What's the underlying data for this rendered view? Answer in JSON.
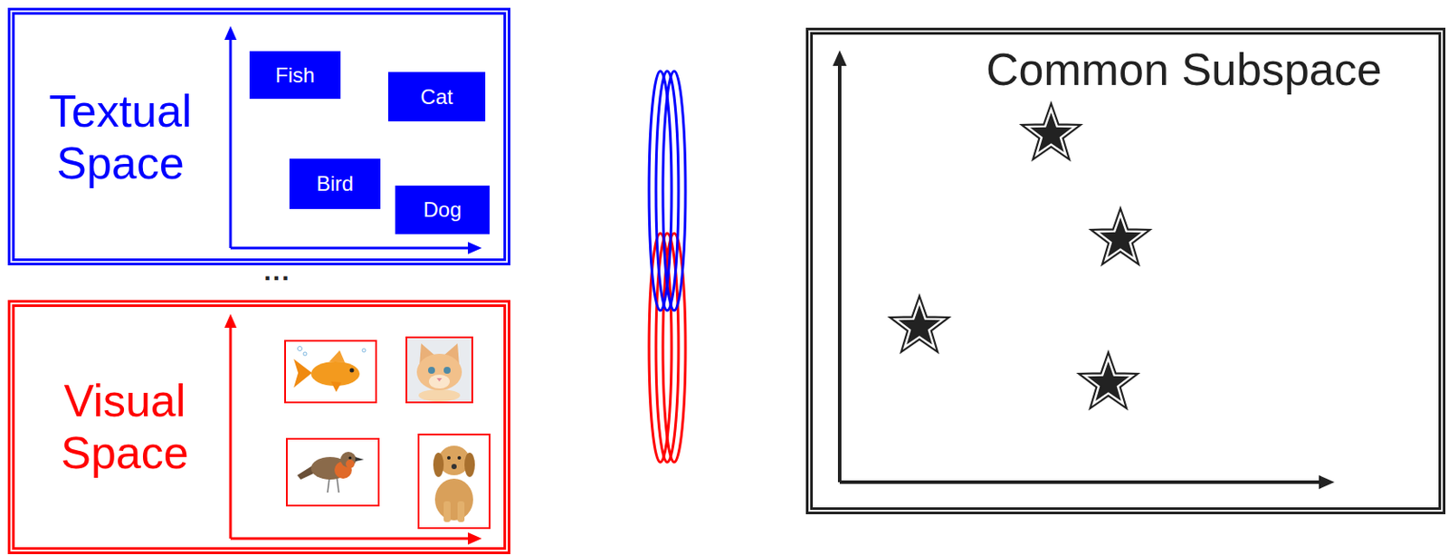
{
  "diagram": {
    "nodes": [
      {
        "text": [
          "Textual Space"
        ]
      },
      {
        "text": [
          "Fish"
        ],
        "in": 0
      },
      {
        "text": [
          "Cat"
        ],
        "in": 0
      },
      {
        "text": [
          "Bird"
        ],
        "in": 0
      },
      {
        "text": [
          "Dog"
        ],
        "in": 0
      },
      {
        "text": [
          "Visual Space"
        ]
      },
      {
        "text": [
          "Common Subspace"
        ]
      }
    ],
    "labels": [
      "..."
    ]
  }
}
